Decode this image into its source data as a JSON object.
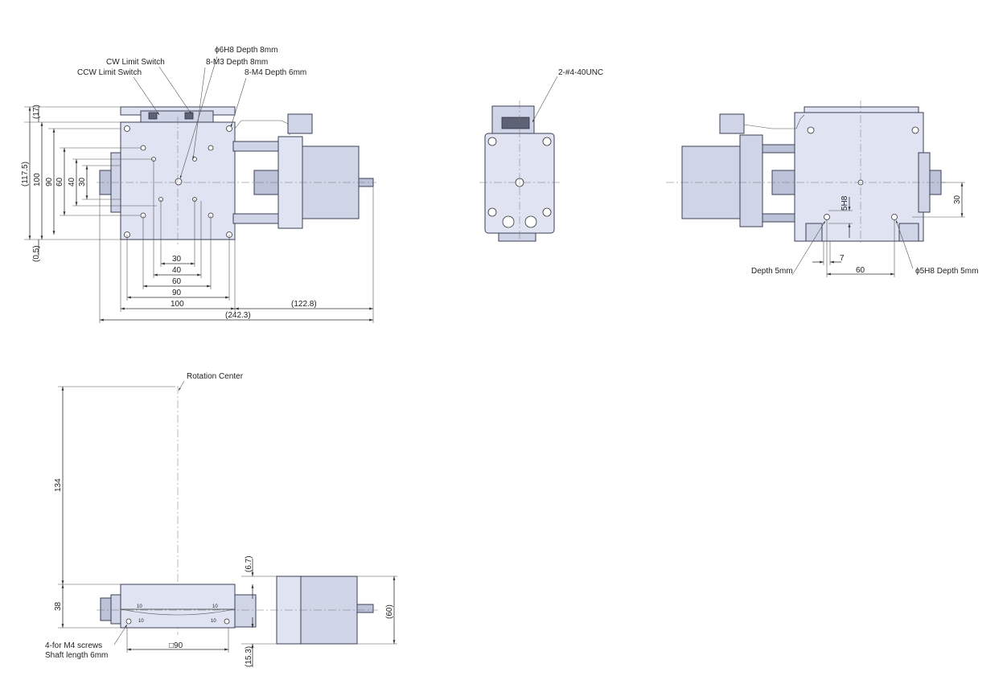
{
  "views": {
    "top": {
      "callouts": {
        "hole_6h8": "ϕ6H8 Depth 8mm",
        "cw_switch": "CW Limit Switch",
        "m3": "8-M3 Depth 8mm",
        "ccw_switch": "CCW Limit Switch",
        "m4": "8-M4 Depth 6mm"
      },
      "vertical_dims": [
        "(17)",
        "(117.5)",
        "100",
        "90",
        "60",
        "40",
        "30",
        "(0.5)"
      ],
      "horizontal_dims": [
        "30",
        "40",
        "60",
        "90",
        "100",
        "(122.8)",
        "(242.3)"
      ]
    },
    "end": {
      "callouts": {
        "connector": "2-#4-40UNC"
      }
    },
    "bottom": {
      "callouts": {
        "depth": "Depth 5mm",
        "pin_hole": "ϕ5H8 Depth 5mm"
      },
      "dims": {
        "slot": "5H8",
        "seven": "7",
        "sixty": "60",
        "thirty": "30"
      }
    },
    "side": {
      "callouts": {
        "rotation_center": "Rotation Center",
        "screws_line1": "4-for M4 screws",
        "screws_line2": "Shaft length 6mm"
      },
      "dims": {
        "height_134": "134",
        "height_38": "38",
        "dim_67": "(6.7)",
        "dim_60": "(60)",
        "dim_153": "(15.3)",
        "square_90": "□90"
      },
      "scale_labels": [
        "10",
        "10",
        "10",
        "10"
      ]
    }
  },
  "colors": {
    "body": "#dfe3f2",
    "outline": "#3b3f55",
    "dark": "#5d6275"
  }
}
